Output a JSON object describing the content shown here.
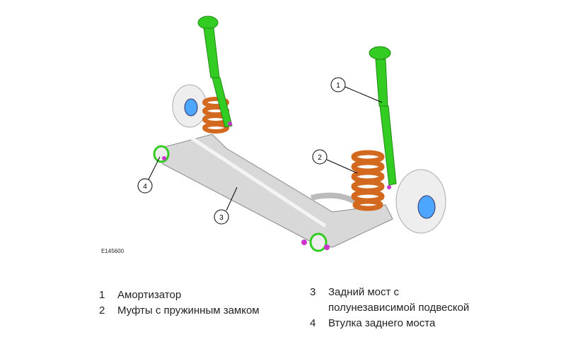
{
  "figure_code": "E145600",
  "callouts": [
    "1",
    "2",
    "3",
    "4"
  ],
  "legend": [
    {
      "num": "1",
      "text": "Амортизатор"
    },
    {
      "num": "2",
      "text": "Муфты с пружинным замком"
    },
    {
      "num": "3",
      "text": "Задний мост с",
      "text2": "полунезависимой подвеской"
    },
    {
      "num": "4",
      "text": "Втулка заднего моста"
    }
  ],
  "colors": {
    "shock": "#33cc22",
    "spring": "#d2691e",
    "beam": "#d8d8d8",
    "bushing": "#cc33cc",
    "hub": "#4da6ff"
  }
}
